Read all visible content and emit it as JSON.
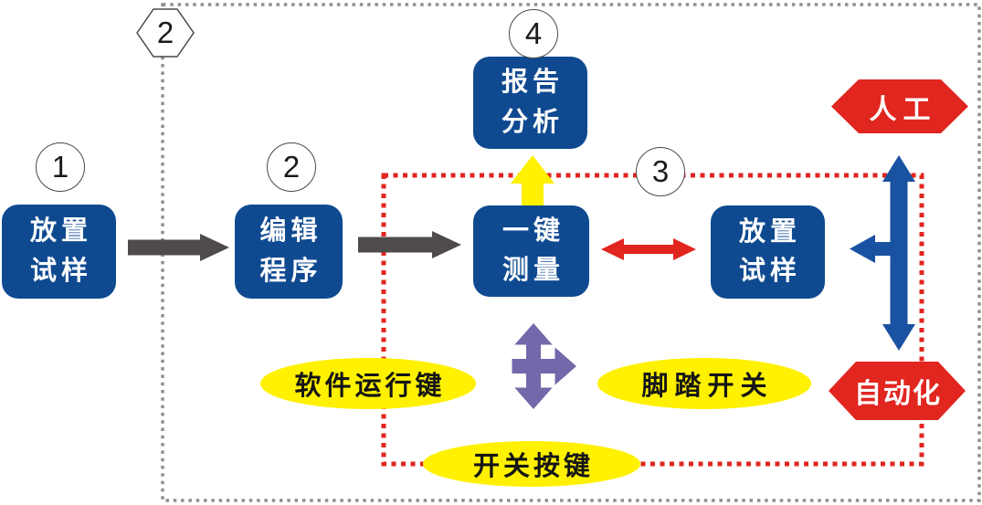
{
  "colors": {
    "box_blue": "#0f4a91",
    "arrow_blue": "#1a52a2",
    "red": "#e1251f",
    "yellow": "#fff100",
    "purple": "#7268aa",
    "arrow_gray": "#4f4b4a",
    "border_gray": "#8f8f8f"
  },
  "markers": {
    "hex_step": "2",
    "circles": [
      "1",
      "2",
      "3",
      "4"
    ]
  },
  "boxes": {
    "place_sample_1": {
      "lines": [
        "放置",
        "试样"
      ]
    },
    "edit_program": {
      "lines": [
        "编辑",
        "程序"
      ]
    },
    "one_key_measure": {
      "lines": [
        "一键",
        "测量"
      ]
    },
    "report_analysis": {
      "lines": [
        "报告",
        "分析"
      ]
    },
    "place_sample_2": {
      "lines": [
        "放置",
        "试样"
      ]
    }
  },
  "hexagons": {
    "manual": "人工",
    "automation": "自动化"
  },
  "ellipses": {
    "software_run_key": "软件运行键",
    "foot_switch": "脚踏开关",
    "switch_button": "开关按键"
  }
}
